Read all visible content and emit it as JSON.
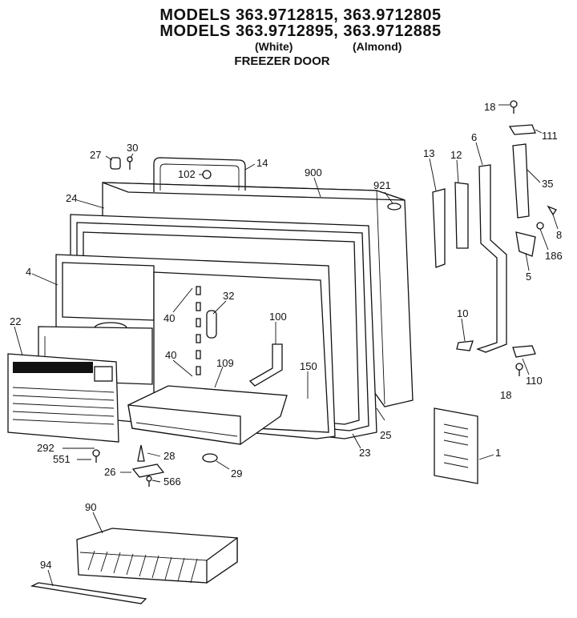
{
  "header": {
    "line1": "MODELS 363.9712815, 363.9712805",
    "line2": "MODELS 363.9712895, 363.9712885",
    "color_white": "(White)",
    "color_almond": "(Almond)",
    "section": "FREEZER DOOR"
  },
  "callouts": [
    {
      "id": "c18a",
      "text": "18"
    },
    {
      "id": "c111",
      "text": "111"
    },
    {
      "id": "c27",
      "text": "27"
    },
    {
      "id": "c30",
      "text": "30"
    },
    {
      "id": "c14",
      "text": "14"
    },
    {
      "id": "c102",
      "text": "102"
    },
    {
      "id": "c900",
      "text": "900"
    },
    {
      "id": "c921",
      "text": "921"
    },
    {
      "id": "c13",
      "text": "13"
    },
    {
      "id": "c12",
      "text": "12"
    },
    {
      "id": "c6",
      "text": "6"
    },
    {
      "id": "c35",
      "text": "35"
    },
    {
      "id": "c24",
      "text": "24"
    },
    {
      "id": "c4",
      "text": "4"
    },
    {
      "id": "c8",
      "text": "8"
    },
    {
      "id": "c186",
      "text": "186"
    },
    {
      "id": "c5",
      "text": "5"
    },
    {
      "id": "c32",
      "text": "32"
    },
    {
      "id": "c40a",
      "text": "40"
    },
    {
      "id": "c100",
      "text": "100"
    },
    {
      "id": "c10",
      "text": "10"
    },
    {
      "id": "c22",
      "text": "22"
    },
    {
      "id": "c40b",
      "text": "40"
    },
    {
      "id": "c109",
      "text": "109"
    },
    {
      "id": "c150",
      "text": "150"
    },
    {
      "id": "c110",
      "text": "110"
    },
    {
      "id": "c18b",
      "text": "18"
    },
    {
      "id": "c25",
      "text": "25"
    },
    {
      "id": "c23",
      "text": "23"
    },
    {
      "id": "c292",
      "text": "292"
    },
    {
      "id": "c551",
      "text": "551"
    },
    {
      "id": "c28",
      "text": "28"
    },
    {
      "id": "c26",
      "text": "26"
    },
    {
      "id": "c29",
      "text": "29"
    },
    {
      "id": "c566",
      "text": "566"
    },
    {
      "id": "c1",
      "text": "1"
    },
    {
      "id": "c90",
      "text": "90"
    },
    {
      "id": "c94",
      "text": "94"
    }
  ]
}
